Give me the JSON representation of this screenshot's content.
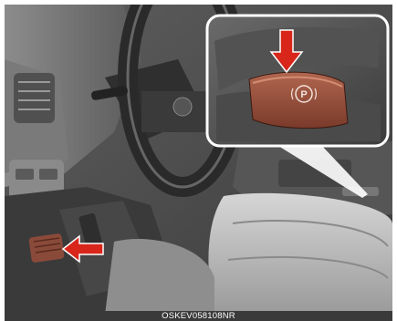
{
  "figure": {
    "image_code": "OSKEV058108NR",
    "colors": {
      "interior_dark": "#3e3e3e",
      "interior_mid": "#6a6a6a",
      "interior_light": "#bdbdbd",
      "pedal_brown": "#8a4a3a",
      "arrow_red": "#d8261b",
      "callout_border": "#ffffff"
    },
    "icons": [
      "steering-wheel",
      "brake-pedal",
      "electronic-parking-brake-switch",
      "push-arrow-icon"
    ]
  }
}
